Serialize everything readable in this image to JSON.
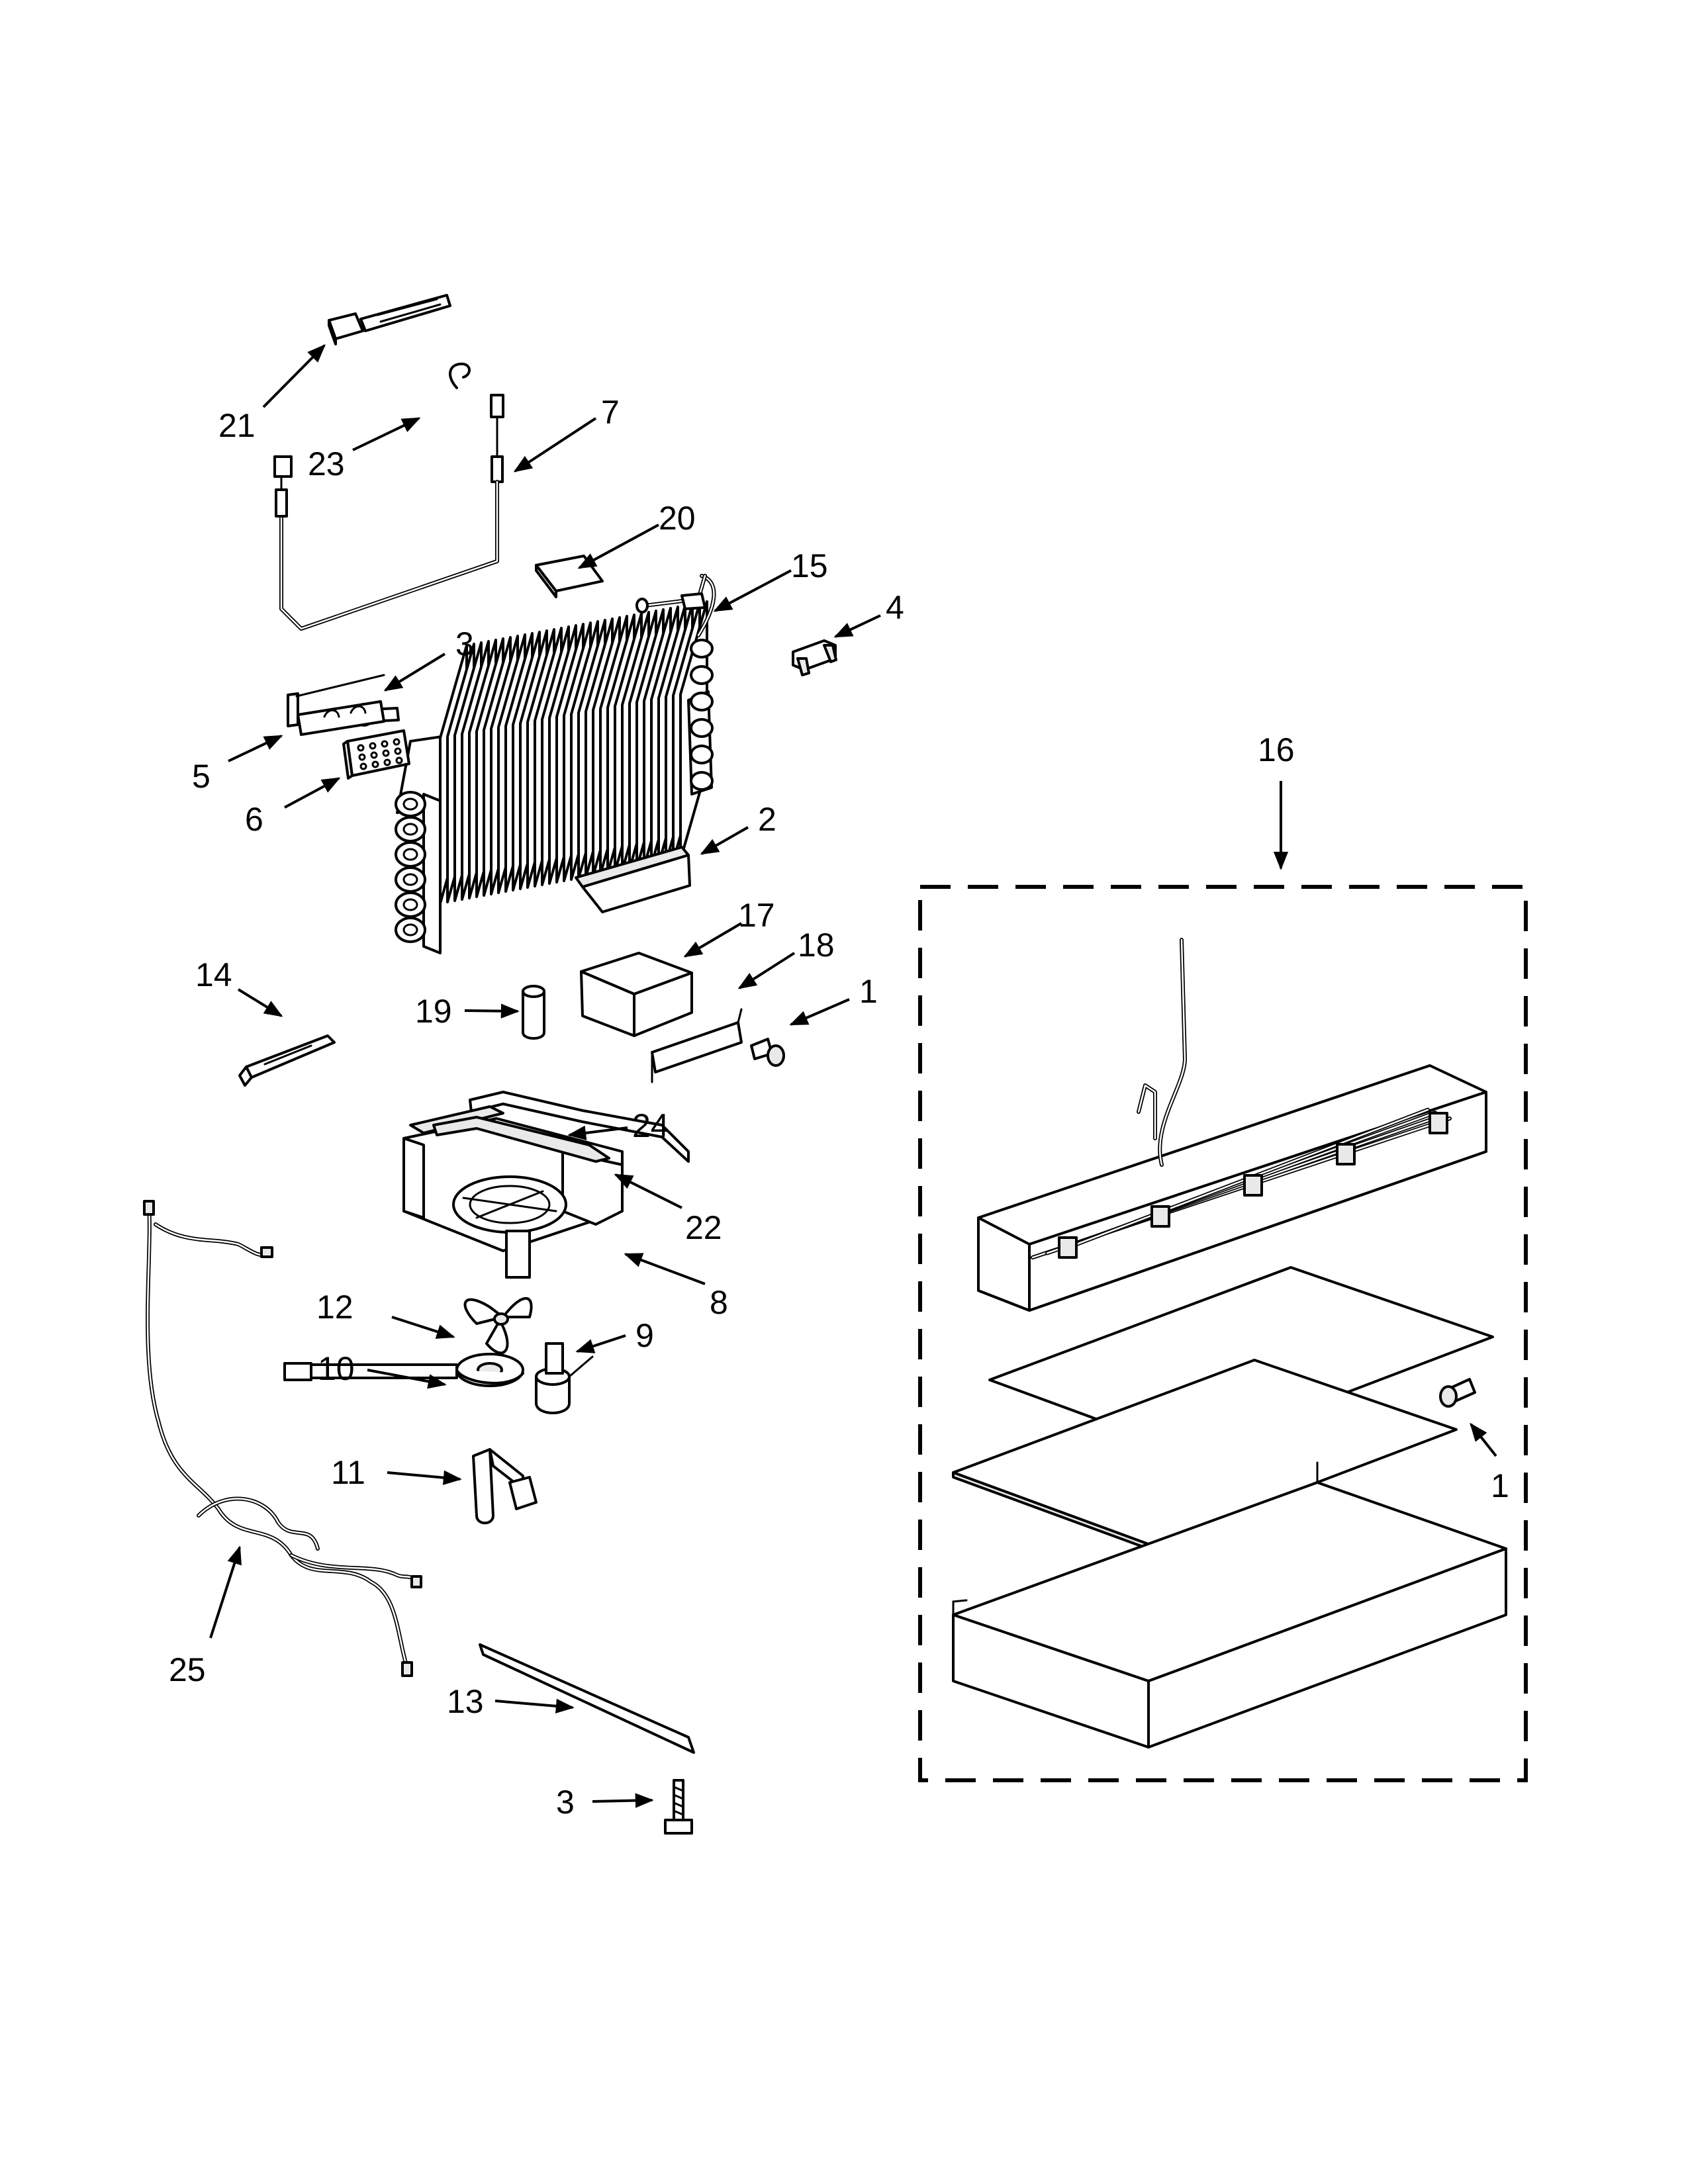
{
  "callouts": [
    {
      "id": "c21",
      "text": "21"
    },
    {
      "id": "c23",
      "text": "23"
    },
    {
      "id": "c7",
      "text": "7"
    },
    {
      "id": "c20",
      "text": "20"
    },
    {
      "id": "c15",
      "text": "15"
    },
    {
      "id": "c4",
      "text": "4"
    },
    {
      "id": "c3a",
      "text": "3"
    },
    {
      "id": "c5",
      "text": "5"
    },
    {
      "id": "c6",
      "text": "6"
    },
    {
      "id": "c2",
      "text": "2"
    },
    {
      "id": "c17",
      "text": "17"
    },
    {
      "id": "c18",
      "text": "18"
    },
    {
      "id": "c1a",
      "text": "1"
    },
    {
      "id": "c14",
      "text": "14"
    },
    {
      "id": "c19",
      "text": "19"
    },
    {
      "id": "c16",
      "text": "16"
    },
    {
      "id": "c24",
      "text": "24"
    },
    {
      "id": "c22",
      "text": "22"
    },
    {
      "id": "c8",
      "text": "8"
    },
    {
      "id": "c12",
      "text": "12"
    },
    {
      "id": "c9",
      "text": "9"
    },
    {
      "id": "c10",
      "text": "10"
    },
    {
      "id": "c11",
      "text": "11"
    },
    {
      "id": "c1b",
      "text": "1"
    },
    {
      "id": "c25",
      "text": "25"
    },
    {
      "id": "c13",
      "text": "13"
    },
    {
      "id": "c3b",
      "text": "3"
    }
  ]
}
